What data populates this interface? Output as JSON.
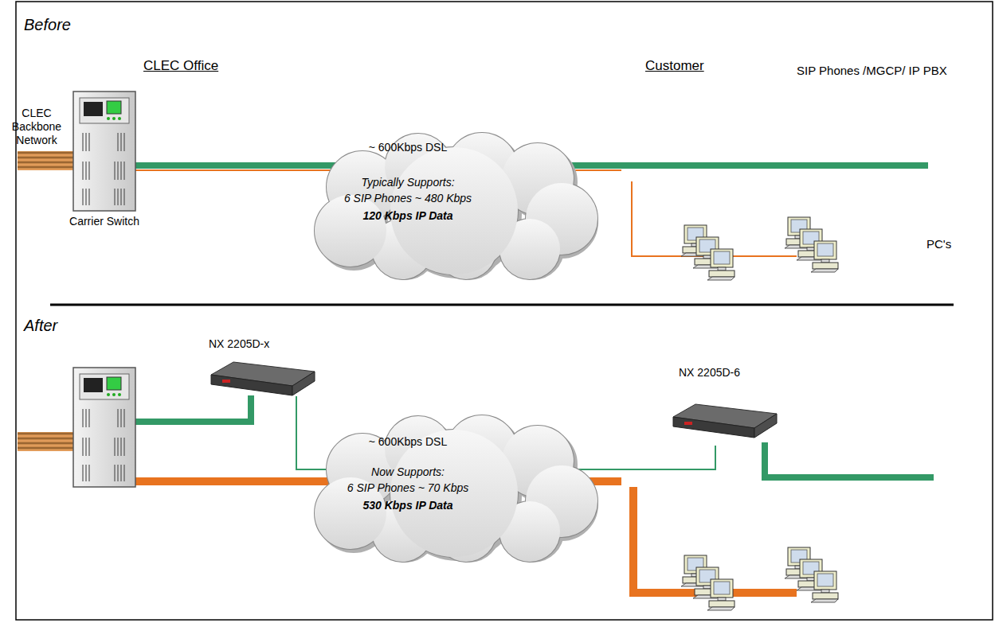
{
  "diagram": {
    "nodes": [
      {
        "text": [
          "~ 600Kbps DSL",
          "Typically Supports:",
          "6 SIP Phones ~ 480 Kbps",
          "120 Kbps IP Data"
        ]
      },
      {
        "text": [
          "~ 600Kbps DSL",
          "Now Supports:",
          "6 SIP Phones ~ 70 Kbps",
          "530 Kbps IP Data"
        ]
      }
    ],
    "labels": [
      "Before",
      "CLEC Office",
      "Customer",
      "CLEC Backbone Network",
      "Carrier Switch",
      "SIP Phones /MGCP/ IP PBX",
      "PC's",
      "After",
      "NX 2205D-x",
      "NX 2205D-6"
    ]
  }
}
